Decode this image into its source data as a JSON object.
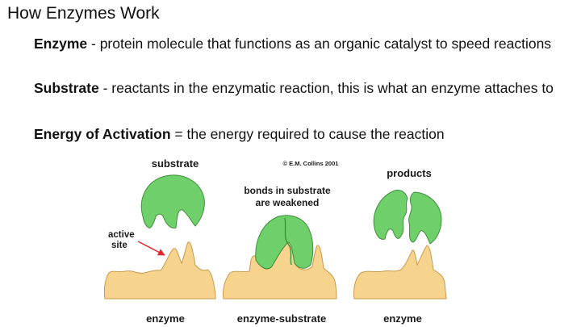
{
  "slide": {
    "title": "How Enzymes Work"
  },
  "definitions": [
    {
      "term": "Enzyme",
      "sep": " - ",
      "text": "protein molecule that functions as an organic catalyst to speed reactions"
    },
    {
      "term": "Substrate",
      "sep": " - ",
      "text": "reactants in the enzymatic reaction, this is what an enzyme attaches to"
    },
    {
      "term": "Energy of Activation",
      "sep": " = ",
      "text": "the energy required to cause the reaction"
    }
  ],
  "figure": {
    "credit": "© E.M. Collins 2001",
    "labels": {
      "substrate": "substrate",
      "products": "products",
      "bonds_line1": "bonds in substrate",
      "bonds_line2": "are weakened",
      "active_line1": "active",
      "active_line2": "site",
      "enzyme_left": "enzyme",
      "enzyme_substrate": "enzyme-substrate",
      "enzyme_right": "enzyme"
    },
    "colors": {
      "substrate_fill": "#6fcf6b",
      "substrate_stroke": "#3f8f3b",
      "enzyme_fill": "#f7d48e",
      "enzyme_stroke": "#c99a4c",
      "arrow": "#e0282a"
    }
  }
}
